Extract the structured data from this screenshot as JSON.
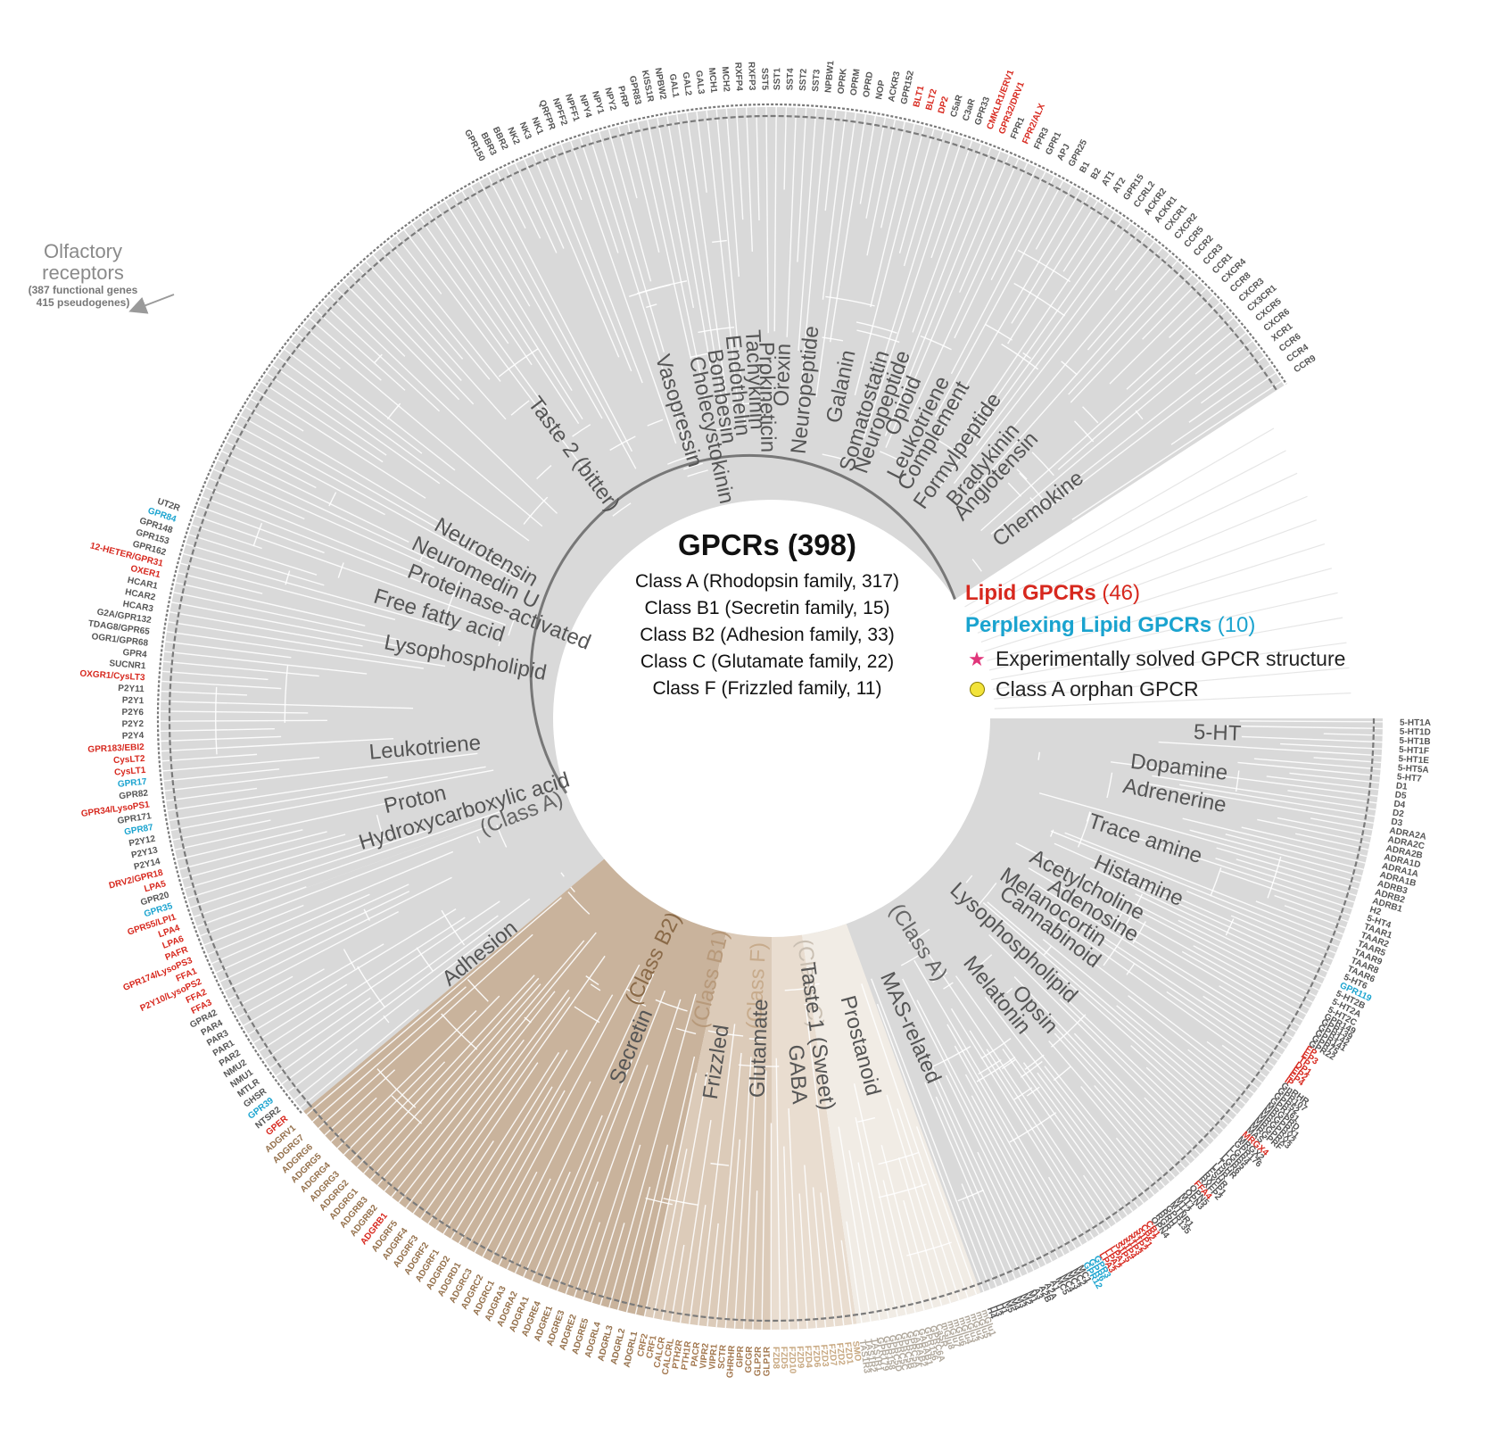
{
  "title": "GPCRs (398)",
  "classes": [
    "Class A (Rhodopsin family, 317)",
    "Class B1 (Secretin family, 15)",
    "Class B2 (Adhesion family, 33)",
    "Class C (Glutamate family, 22)",
    "Class F (Frizzled family, 11)"
  ],
  "legend": {
    "lipid": "Lipid GPCRs",
    "lipid_count": "(46)",
    "perplexing": "Perplexing Lipid GPCRs",
    "perplexing_count": "(10)",
    "star": "Experimentally solved GPCR structure",
    "dot": "Class A orphan GPCR"
  },
  "olfactory": {
    "line1": "Olfactory",
    "line2": "receptors",
    "line3": "(387 functional genes",
    "line4": "415 pseudogenes)"
  },
  "colors": {
    "classA": "#d9d9d9",
    "classB2": "#c9b39c",
    "classB1": "#dccbb9",
    "classF": "#e9ddd0",
    "classC": "#f1ece5",
    "lipid": "#d7281e",
    "perplexing": "#1aa3cf",
    "star": "#e0357a",
    "orphan": "#f2e33a",
    "label": "#555555"
  },
  "class_labels": [
    {
      "text": "(Class A)",
      "angle": -111,
      "color": "#666666"
    },
    {
      "text": "(Class B2)",
      "angle": -154,
      "color": "#8a6a48"
    },
    {
      "text": "(Class B1)",
      "angle": -167,
      "color": "#b7997a"
    },
    {
      "text": "(Class F)",
      "angle": -177,
      "color": "#c7ab8c"
    },
    {
      "text": "(Class C)",
      "angle": 172,
      "color": "#c9bfb2"
    },
    {
      "text": "(Class A)",
      "angle": 147,
      "color": "#666666"
    }
  ],
  "families": [
    {
      "text": "Vasopressin",
      "angle": -17,
      "r": 360
    },
    {
      "text": "Cholecystokinin",
      "angle": -12,
      "r": 330
    },
    {
      "text": "Bombesin",
      "angle": -9,
      "r": 365
    },
    {
      "text": "Endothelin",
      "angle": -6,
      "r": 375
    },
    {
      "text": "Tachykinin",
      "angle": -3,
      "r": 380
    },
    {
      "text": "Prokineticin",
      "angle": -1,
      "r": 360
    },
    {
      "text": "Orexin",
      "angle": 2,
      "r": 385
    },
    {
      "text": "Neuropeptide",
      "angle": 6,
      "r": 370
    },
    {
      "text": "Galanin",
      "angle": 12,
      "r": 380
    },
    {
      "text": "Somatostatin",
      "angle": 17,
      "r": 360
    },
    {
      "text": "Neuropeptide",
      "angle": 20,
      "r": 365
    },
    {
      "text": "Opioid",
      "angle": 23,
      "r": 380
    },
    {
      "text": "Leukotriene",
      "angle": 27,
      "r": 365
    },
    {
      "text": "Complement",
      "angle": 30,
      "r": 365
    },
    {
      "text": "Formylpeptide",
      "angle": 35,
      "r": 365
    },
    {
      "text": "Bradykinin",
      "angle": 40,
      "r": 370
    },
    {
      "text": "Angiotensin",
      "angle": 43,
      "r": 370
    },
    {
      "text": "Chemokine",
      "angle": 52,
      "r": 380
    },
    {
      "text": "Taste 2 (bitter)",
      "angle": -37,
      "r": 370
    },
    {
      "text": "Neurotensin",
      "angle": -60,
      "r": 370
    },
    {
      "text": "Neuromedin U",
      "angle": -64,
      "r": 370
    },
    {
      "text": "Proteinase-activated",
      "angle": -68,
      "r": 330
    },
    {
      "text": "Free fatty acid",
      "angle": -73,
      "r": 390
    },
    {
      "text": "Lysophospholipid",
      "angle": -79,
      "r": 350
    },
    {
      "text": "Leukotriene",
      "angle": -95,
      "r": 390
    },
    {
      "text": "Proton",
      "angle": -103,
      "r": 410
    },
    {
      "text": "Hydroxycarboxylic acid",
      "angle": -107,
      "r": 360
    },
    {
      "text": "Adhesion",
      "angle": -129,
      "r": 420
    },
    {
      "text": "Secretin",
      "angle": -157,
      "r": 400
    },
    {
      "text": "Frizzled",
      "angle": -171,
      "r": 390
    },
    {
      "text": "Glutamate",
      "angle": -178,
      "r": 370
    },
    {
      "text": "GABA",
      "angle": 176,
      "r": 400
    },
    {
      "text": "Taste 1 (Sweet)",
      "angle": 172,
      "r": 360
    },
    {
      "text": "Prostanoid",
      "angle": 165,
      "r": 380
    },
    {
      "text": "MAS-related",
      "angle": 156,
      "r": 380
    },
    {
      "text": "Melatonin",
      "angle": 141,
      "r": 400
    },
    {
      "text": "Opsin",
      "angle": 138,
      "r": 440
    },
    {
      "text": "Lysophospholipid",
      "angle": 133,
      "r": 370
    },
    {
      "text": "Cannabinoid",
      "angle": 127,
      "r": 390
    },
    {
      "text": "Melanocortin",
      "angle": 124,
      "r": 380
    },
    {
      "text": "Adenosine",
      "angle": 121,
      "r": 420
    },
    {
      "text": "Acetylcholine",
      "angle": 118,
      "r": 400
    },
    {
      "text": "Histamine",
      "angle": 114,
      "r": 450
    },
    {
      "text": "Trace amine",
      "angle": 108,
      "r": 440
    },
    {
      "text": "Adrenerine",
      "angle": 101,
      "r": 460
    },
    {
      "text": "Dopamine",
      "angle": 97,
      "r": 460
    },
    {
      "text": "5-HT",
      "angle": 92,
      "r": 500
    }
  ],
  "leaves_right": [
    "5-HT1A",
    "5-HT1D",
    "5-HT1B",
    "5-HT1F",
    "5-HT1E",
    "5-HT5A",
    "5-HT7",
    "D1",
    "D5",
    "D4",
    "D2",
    "D3",
    "ADRA2A",
    "ADRA2C",
    "ADRA2B",
    "ADRA1D",
    "ADRA1A",
    "ADRA1B",
    "ADRB3",
    "ADRB2",
    "ADRB1",
    "H2",
    "5-HT4",
    "TAAR1",
    "TAAR2",
    "TAAR5",
    "TAAR9",
    "TAAR8",
    "TAAR6",
    "5-HT6",
    "GPR119",
    "5-HT2B",
    "5-HT2A",
    "5-HT2C"
  ],
  "leaves_left": [
    "GPER",
    "NTSR2",
    "GPR39",
    "GHSR",
    "MTLR",
    "NMU1",
    "NMU2",
    "PAR2",
    "PAR1",
    "PAR3",
    "PAR4",
    "GPR42",
    "FFA3",
    "FFA2",
    "P2Y10/LysoPS2",
    "FFA1",
    "GPR174/LysoPS3",
    "PAFR",
    "LPA6",
    "LPA4",
    "GPR55/LPI1",
    "GPR35",
    "GPR20",
    "LPA5",
    "DRV2/GPR18",
    "P2Y14",
    "P2Y13",
    "P2Y12",
    "GPR87",
    "GPR171",
    "GPR34/LysoPS1",
    "GPR82",
    "GPR17",
    "CysLT1",
    "CysLT2",
    "GPR183/EBI2",
    "P2Y4",
    "P2Y2",
    "P2Y6",
    "P2Y1",
    "P2Y11",
    "OXGR1/CysLT3",
    "SUCNR1",
    "GPR4",
    "OGR1/GPR68",
    "TDAG8/GPR65",
    "G2A/GPR132",
    "HCAR3",
    "HCAR2",
    "HCAR1",
    "OXER1",
    "12-HETER/GPR31",
    "GPR162",
    "GPR153",
    "GPR148",
    "GPR84",
    "UT2R"
  ],
  "leaves_top": [
    "GPR150",
    "BBR3",
    "BBR2",
    "NK2",
    "NK3",
    "NK1",
    "QRFPR",
    "NPFF2",
    "NPFF1",
    "NPY4",
    "NPY1",
    "NPY2",
    "PrRP",
    "GPR83",
    "KISS1R",
    "NPBW2",
    "GAL1",
    "GAL2",
    "GAL3",
    "MCH1",
    "MCH2",
    "RXFP4",
    "RXFP3",
    "SST5",
    "SST1",
    "SST4",
    "SST2",
    "SST3",
    "NPBW1",
    "OPRK",
    "OPRM",
    "OPRD",
    "NOP",
    "ACKR3",
    "GPR152",
    "BLT1",
    "BLT2",
    "DP2",
    "C5aR",
    "C3aR",
    "GPR33",
    "CMKLR1/ERV1",
    "GPR32/DRV1",
    "FPR1",
    "FPR2/ALX",
    "FPR3",
    "GPR1",
    "APJ",
    "GPR25",
    "B1",
    "B2",
    "AT1",
    "AT2",
    "GPR15",
    "CCRL2",
    "ACKR2",
    "ACKR1",
    "CXCR1",
    "CXCR2",
    "CCR5",
    "CCR2",
    "CCR3",
    "CCR1",
    "CXCR4",
    "CCR8",
    "CXCR3",
    "CX3CR1",
    "CXCR5",
    "CXCR6",
    "XCR1",
    "CCR6",
    "CCR4",
    "CCR9"
  ],
  "leaves_b2": [
    "ADGRL1",
    "ADGRL2",
    "ADGRL3",
    "ADGRL4",
    "ADGRE5",
    "ADGRE2",
    "ADGRE3",
    "ADGRE1",
    "ADGRE4",
    "ADGRA1",
    "ADGRA2",
    "ADGRA3",
    "ADGRC1",
    "ADGRC2",
    "ADGRC3",
    "ADGRD1",
    "ADGRD2",
    "ADGRF1",
    "ADGRF2",
    "ADGRF3",
    "ADGRF4",
    "ADGRF5",
    "ADGRB1",
    "ADGRB2",
    "ADGRB3",
    "ADGRG1",
    "ADGRG2",
    "ADGRG3",
    "ADGRG4",
    "ADGRG5",
    "ADGRG6",
    "ADGRG7",
    "ADGRV1"
  ],
  "leaves_b1": [
    "GLP1R",
    "GLP2R",
    "GCGR",
    "GIPR",
    "GHRHR",
    "SCTR",
    "VIPR1",
    "VIPR2",
    "PACR",
    "PTH1R",
    "PTH2R",
    "CALCRL",
    "CALCR",
    "CRF1",
    "CRF2"
  ],
  "leaves_f": [
    "SMO",
    "FZD1",
    "FZD2",
    "FZD7",
    "FZD3",
    "FZD6",
    "FZD4",
    "FZD9",
    "FZD10",
    "FZD5",
    "FZD8"
  ],
  "leaves_c": [
    "mGlu1",
    "mGlu5",
    "mGlu2",
    "mGlu3",
    "mGlu4",
    "mGlu6",
    "mGlu7",
    "mGlu8",
    "CaSR",
    "GPRC6A",
    "GPR156",
    "GABAB1",
    "GABAB2",
    "GPRC5A",
    "GPRC5B",
    "GPRC5C",
    "GPRC5D",
    "GPR158",
    "GPR179",
    "TAS1R1",
    "TAS1R2",
    "TAS1R3"
  ],
  "leaves_bottom": [
    "GPR149",
    "GPR139",
    "GPR142",
    "GPR141",
    "GPR75",
    "GPR22",
    "FP",
    "EP3",
    "TP",
    "DP1",
    "EP2",
    "EP4",
    "IP",
    "GnRHR",
    "GPR107",
    "GPR52",
    "GPR161",
    "MRGPRD",
    "MRGPRX1",
    "MRGPRX2",
    "MRGPRX3",
    "MRGPRF",
    "MAS",
    "MRGX4",
    "MRGX2",
    "GPR176",
    "LGR4",
    "LGR5",
    "LGR6",
    "TSHR",
    "LHR",
    "FSHR",
    "RXFP1",
    "RXFP2",
    "FFA4",
    "OPN5",
    "OPN3",
    "MT1",
    "MT2",
    "MTNR1",
    "GPR135",
    "RRH",
    "RGR",
    "OPN4",
    "CB1",
    "CB2",
    "S1P1",
    "S1P2",
    "S1P3",
    "S1P4",
    "S1P5",
    "LPA1",
    "LPA2",
    "LPA3",
    "GPR3",
    "GPR6",
    "GPR12",
    "MC1",
    "MC2",
    "MC3",
    "MC4",
    "MC5",
    "A1",
    "A2A",
    "A2B",
    "A3",
    "M1",
    "M2",
    "M3",
    "M4",
    "M5",
    "H1",
    "H3",
    "H4"
  ]
}
